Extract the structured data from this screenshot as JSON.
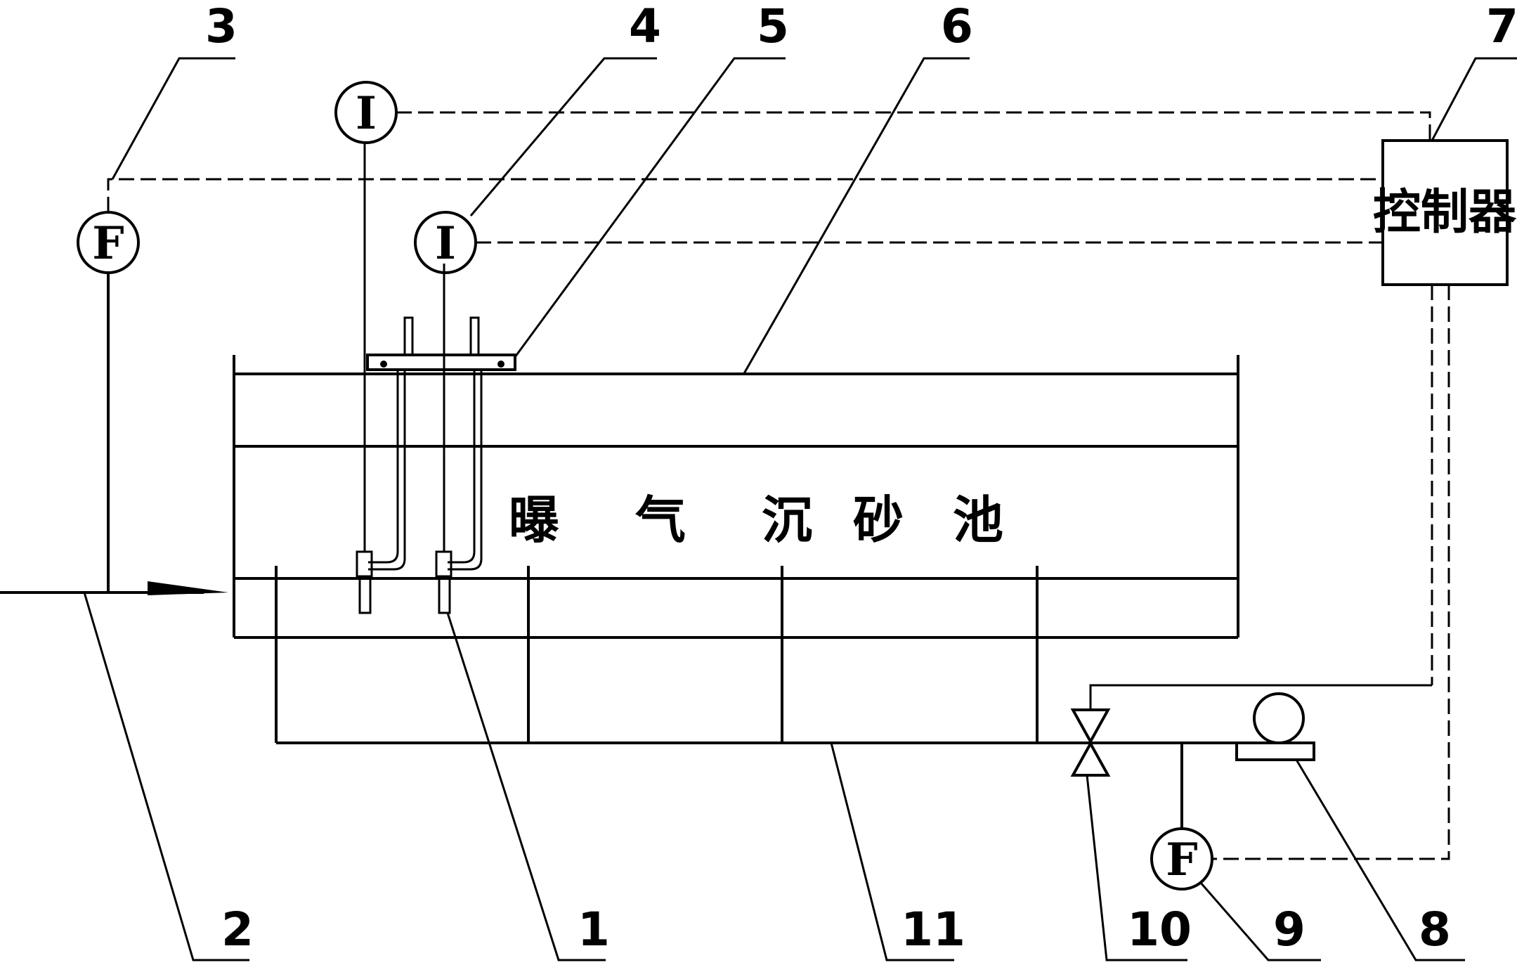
{
  "labels": {
    "n1": "1",
    "n2": "2",
    "n3": "3",
    "n4": "4",
    "n5": "5",
    "n6": "6",
    "n7": "7",
    "n8": "8",
    "n9": "9",
    "n10": "10",
    "n11": "11"
  },
  "instruments": {
    "current_symbol": "I",
    "flow_symbol": "F"
  },
  "controller": {
    "label": "控制器"
  },
  "tank": {
    "title": [
      "曝",
      "气",
      "沉",
      "砂",
      "池"
    ]
  }
}
